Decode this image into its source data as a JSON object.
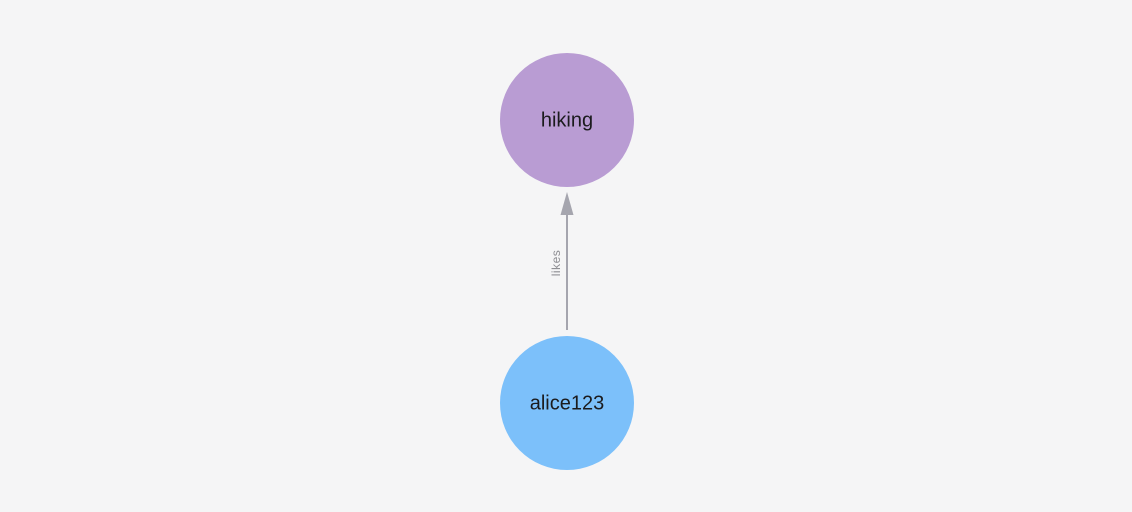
{
  "canvas": {
    "background": "#f5f5f6"
  },
  "graph": {
    "nodes": [
      {
        "id": "hiking",
        "label": "hiking",
        "fill": "#b99cd3",
        "text_color": "#1b1b1d"
      },
      {
        "id": "alice123",
        "label": "alice123",
        "fill": "#7cc0fa",
        "text_color": "#1b1b1d"
      }
    ],
    "edges": [
      {
        "from": "alice123",
        "to": "hiking",
        "label": "likes",
        "color": "#a5a5ae",
        "label_color": "#8e8e93"
      }
    ]
  }
}
